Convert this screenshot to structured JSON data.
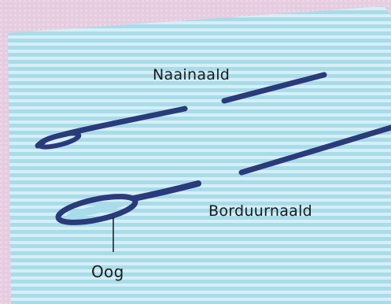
{
  "labels": {
    "sewing_needle": "Naainaald",
    "embroidery_needle": "Borduurnaald",
    "eye": "Oog"
  },
  "colors": {
    "background_fabric": "#e8cfe0",
    "card": "#a9dcea",
    "card_stripe": "#d8f0f6",
    "needle": "#2a3a7a"
  }
}
